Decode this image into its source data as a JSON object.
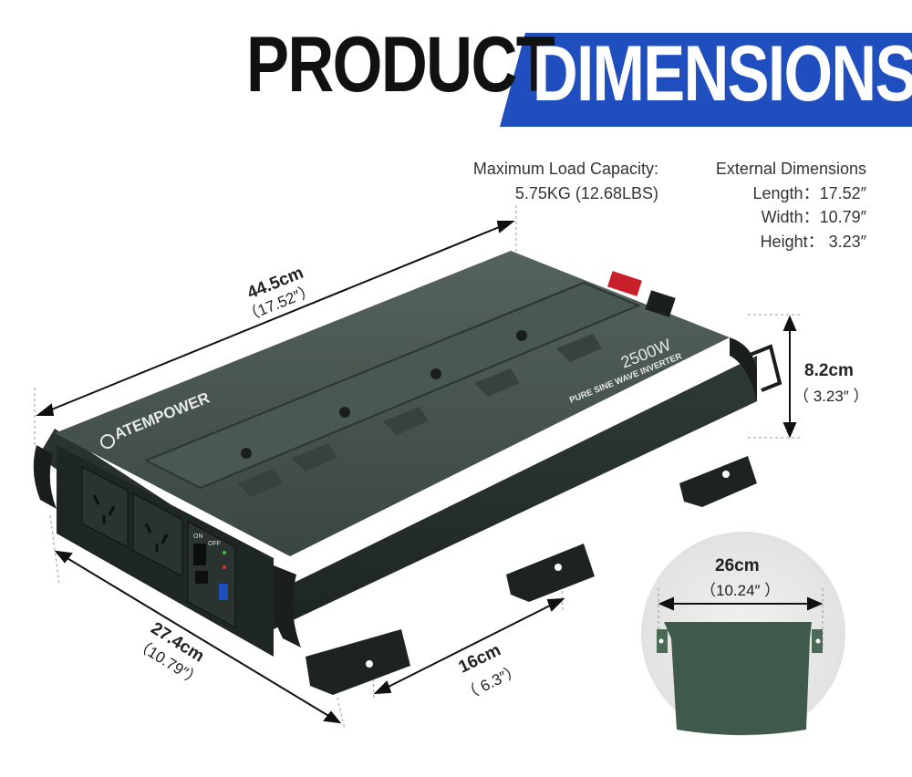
{
  "title": {
    "word1": "PRODUCT",
    "word2": "DIMENSIONS"
  },
  "specs": {
    "load_label": "Maximum Load Capacity:",
    "load_value": "5.75KG (12.68LBS)",
    "dims_heading": "External Dimensions",
    "length": "Length：17.52″",
    "width": "Width：10.79″",
    "height": "Height： 3.23″"
  },
  "dimensions": {
    "length_cm": "44.5cm",
    "length_in": "（17.52″）",
    "width_cm": "27.4cm",
    "width_in": "（10.79″）",
    "height_cm": "8.2cm",
    "height_in": "（ 3.23″ ）",
    "mount_cm": "16cm",
    "mount_in": "（ 6.3″）",
    "bracket_cm": "26cm",
    "bracket_in": "（10.24″ ）"
  },
  "product": {
    "brand": "ATEMPOWER",
    "model": "2500W",
    "subtitle": "PURE SINE WAVE INVERTER",
    "switch_on": "ON",
    "switch_off": "OFF"
  },
  "colors": {
    "title_band": "#1f4fbf",
    "body": "#3f4c47",
    "terminal_red": "#c8202a"
  }
}
